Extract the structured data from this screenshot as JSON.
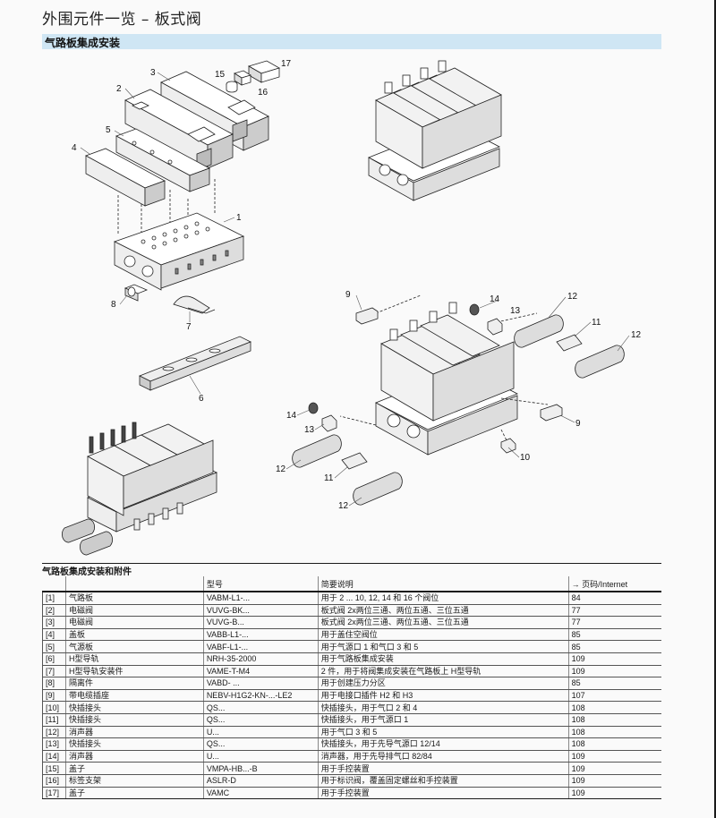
{
  "page_title": "外围元件一览 – 板式阀",
  "section_title": "气路板集成安装",
  "callouts": [
    "3",
    "15",
    "17",
    "2",
    "16",
    "5",
    "4",
    "1",
    "8",
    "7",
    "6",
    "9",
    "14",
    "12",
    "13",
    "11",
    "12",
    "14",
    "13",
    "12",
    "11",
    "12",
    "10",
    "9"
  ],
  "table": {
    "title": "气路板集成安装和附件",
    "headers": {
      "type": "型号",
      "description": "简要说明",
      "page_arrow": "→",
      "page": "页码/Internet"
    },
    "rows": [
      {
        "no": "[1]",
        "name": "气路板",
        "type": "VABM-L1-...",
        "desc": "用于 2 ... 10, 12, 14 和 16 个阀位",
        "page": "84"
      },
      {
        "no": "[2]",
        "name": "电磁阀",
        "type": "VUVG-BK...",
        "desc": "板式阀 2x两位三通、两位五通、三位五通",
        "page": "77"
      },
      {
        "no": "[3]",
        "name": "电磁阀",
        "type": "VUVG-B...",
        "desc": "板式阀 2x两位三通、两位五通、三位五通",
        "page": "77"
      },
      {
        "no": "[4]",
        "name": "盖板",
        "type": "VABB-L1-...",
        "desc": "用于盖住空阀位",
        "page": "85"
      },
      {
        "no": "[5]",
        "name": "气源板",
        "type": "VABF-L1-...",
        "desc": "用于气源口 1 和气口 3 和 5",
        "page": "85"
      },
      {
        "no": "[6]",
        "name": "H型导轨",
        "type": "NRH-35-2000",
        "desc": "用于气路板集成安装",
        "page": "109"
      },
      {
        "no": "[7]",
        "name": "H型导轨安装件",
        "type": "VAME-T-M4",
        "desc": "2 件，用于将阀集成安装在气路板上 H型导轨",
        "page": "109"
      },
      {
        "no": "[8]",
        "name": "隔离件",
        "type": "VABD- ...",
        "desc": "用于创建压力分区",
        "page": "85"
      },
      {
        "no": "[9]",
        "name": "带电缆插座",
        "type": "NEBV-H1G2-KN-...-LE2",
        "desc": "用于电接口插件 H2 和 H3",
        "page": "107"
      },
      {
        "no": "[10]",
        "name": "快插接头",
        "type": "QS...",
        "desc": "快插接头，用于气口 2 和 4",
        "page": "108"
      },
      {
        "no": "[11]",
        "name": "快插接头",
        "type": "QS...",
        "desc": "快插接头，用于气源口 1",
        "page": "108"
      },
      {
        "no": "[12]",
        "name": "消声器",
        "type": "U...",
        "desc": "用于气口 3 和 5",
        "page": "108"
      },
      {
        "no": "[13]",
        "name": "快插接头",
        "type": "QS...",
        "desc": "快插接头，用于先导气源口 12/14",
        "page": "108"
      },
      {
        "no": "[14]",
        "name": "消声器",
        "type": "U...",
        "desc": "消声器，用于先导排气口 82/84",
        "page": "109"
      },
      {
        "no": "[15]",
        "name": "盖子",
        "type": "VMPA-HB...-B",
        "desc": "用于手控装置",
        "page": "109"
      },
      {
        "no": "[16]",
        "name": "标签支架",
        "type": "ASLR-D",
        "desc": "用于标识阀，覆盖固定螺丝和手控装置",
        "page": "109"
      },
      {
        "no": "[17]",
        "name": "盖子",
        "type": "VAMC",
        "desc": "用于手控装置",
        "page": "109"
      }
    ]
  }
}
